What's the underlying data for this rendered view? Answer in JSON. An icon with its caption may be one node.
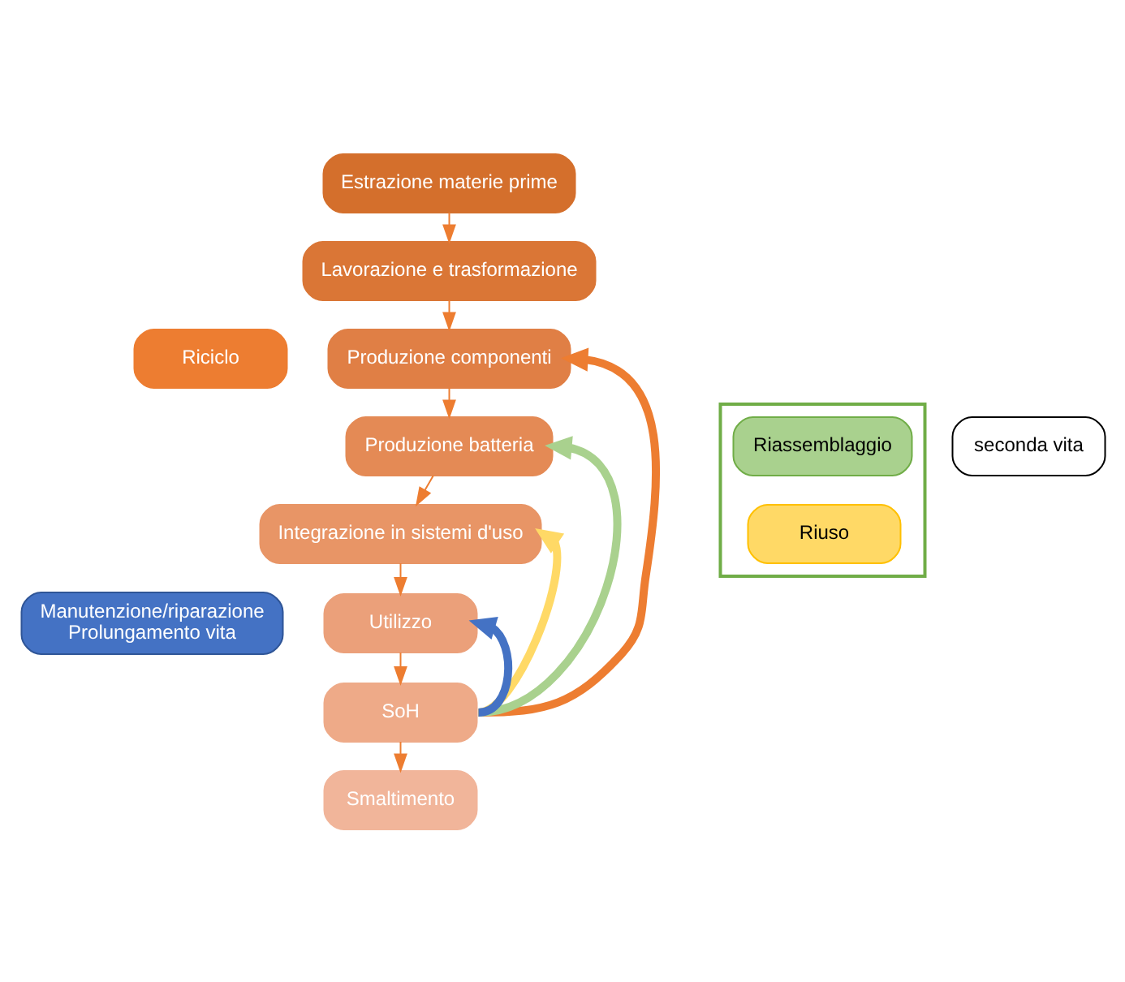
{
  "diagram": {
    "nodes": [
      {
        "text": [
          "Estrazione materie prime"
        ]
      },
      {
        "text": [
          "Lavorazione e trasformazione"
        ]
      },
      {
        "text": [
          "Produzione componenti"
        ]
      },
      {
        "text": [
          "Produzione batteria"
        ]
      },
      {
        "text": [
          "Integrazione in sistemi d'uso"
        ]
      },
      {
        "text": [
          "Utilizzo"
        ]
      },
      {
        "text": [
          "SoH"
        ]
      },
      {
        "text": [
          "Smaltimento"
        ]
      },
      {
        "text": [
          "Riciclo"
        ]
      },
      {
        "text": [],
        "shape": "box"
      },
      {
        "text": [
          "Riassemblaggio"
        ],
        "in": 9
      },
      {
        "text": [
          "Riuso"
        ],
        "in": 9
      },
      {
        "text": [
          "seconda vita"
        ]
      },
      {
        "text": [
          "Manutenzione/riparazione Prolungamento vita"
        ]
      }
    ],
    "edges": [
      {
        "from": 0,
        "to": 1,
        "arrow": "to"
      },
      {
        "from": 1,
        "to": 2,
        "arrow": "to"
      },
      {
        "from": 2,
        "to": 3,
        "arrow": "to"
      },
      {
        "from": 3,
        "to": 4,
        "arrow": "to"
      },
      {
        "from": 4,
        "to": 5,
        "arrow": "to"
      },
      {
        "from": 5,
        "to": 6,
        "arrow": "to"
      },
      {
        "from": 6,
        "to": 7,
        "arrow": "to"
      },
      {
        "from": 6,
        "to": 2,
        "arrow": "to",
        "style": "thick",
        "color": "#ed7d31"
      },
      {
        "from": 6,
        "to": 3,
        "arrow": "to",
        "style": "thick",
        "color": "#a9d18e"
      },
      {
        "from": 6,
        "to": 4,
        "arrow": "to",
        "style": "thick",
        "color": "#ffd966"
      },
      {
        "from": 6,
        "to": 5,
        "arrow": "to",
        "style": "thick",
        "color": "#4472c4"
      }
    ]
  }
}
